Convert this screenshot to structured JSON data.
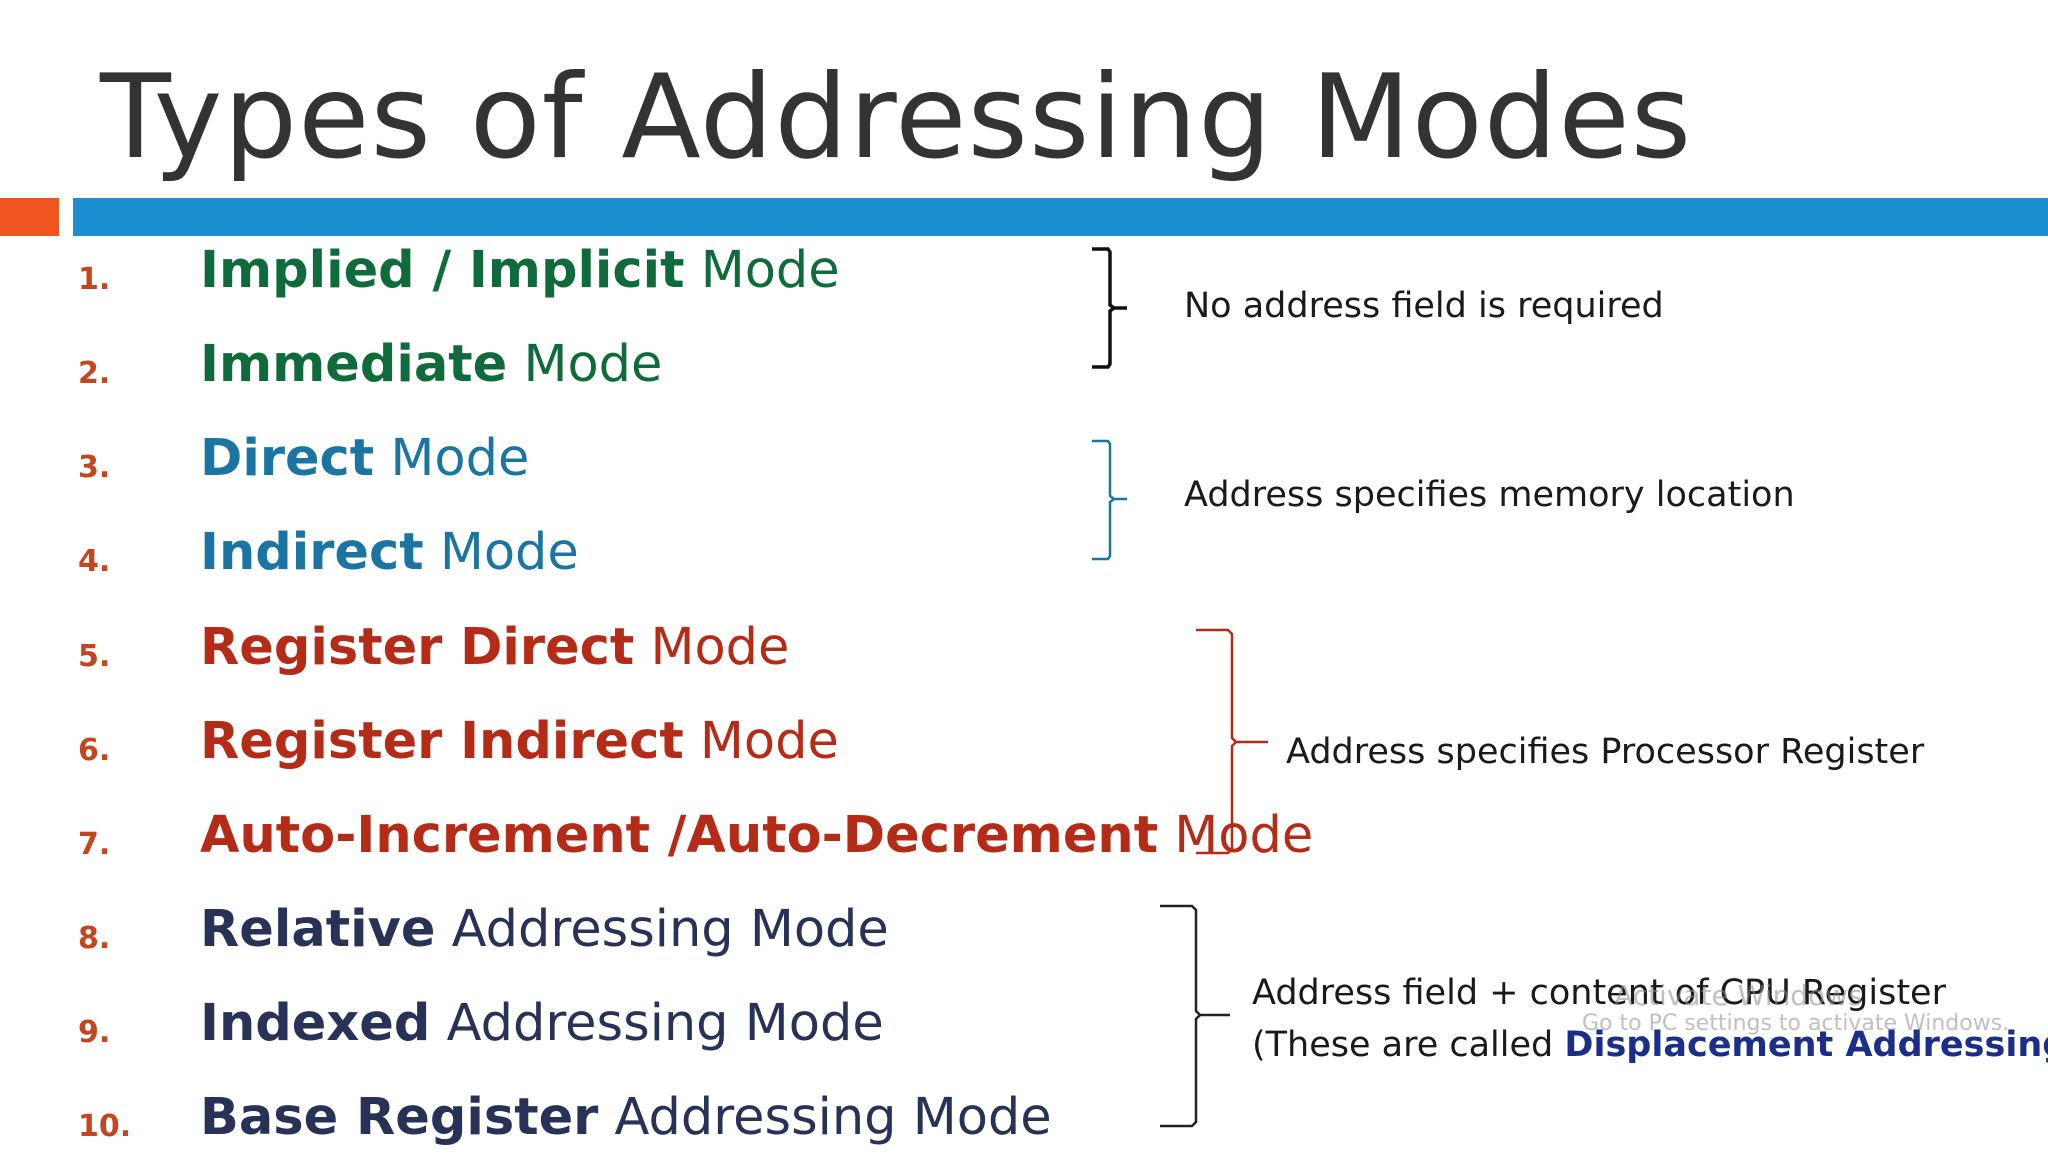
{
  "slide": {
    "title": "Types of Addressing Modes"
  },
  "items": [
    {
      "num": "1.",
      "bold": "Implied / Implicit",
      "rest": " Mode",
      "color": "#0f6b3c"
    },
    {
      "num": "2.",
      "bold": "Immediate",
      "rest": " Mode",
      "color": "#0f6b3c"
    },
    {
      "num": "3.",
      "bold": "Direct",
      "rest": " Mode",
      "color": "#1b75a3"
    },
    {
      "num": "4.",
      "bold": "Indirect",
      "rest": " Mode",
      "color": "#1b75a3"
    },
    {
      "num": "5.",
      "bold": "Register Direct",
      "rest": " Mode",
      "color": "#b42b18"
    },
    {
      "num": "6.",
      "bold": "Register Indirect",
      "rest": " Mode",
      "color": "#b42b18"
    },
    {
      "num": "7.",
      "bold": "Auto-Increment  /Auto-Decrement",
      "rest": " Mode",
      "color": "#b42b18"
    },
    {
      "num": "8.",
      "bold": "Relative",
      "rest": " Addressing Mode",
      "color": "#283256"
    },
    {
      "num": "9.",
      "bold": "Indexed",
      "rest": " Addressing Mode",
      "color": "#283256"
    },
    {
      "num": "10.",
      "bold": "Base Register",
      "rest": " Addressing Mode",
      "color": "#283256"
    }
  ],
  "notes": {
    "group1": "No address field is required",
    "group2": "Address specifies memory location",
    "group3": "Address specifies Processor Register",
    "group4_line1": "Address field + content of CPU Register",
    "group4_line2_prefix": "(These are called ",
    "group4_line2_bold": "Displacement Addressing",
    "group4_line2_suffix": ")"
  },
  "watermark": {
    "line1": "Activate Windows",
    "line2": "Go to PC settings to activate Windows."
  },
  "colors": {
    "accent_orange": "#f1551f",
    "accent_blue": "#1b8fd0",
    "group_green": "#0f6b3c",
    "group_blue": "#1b75a3",
    "group_red": "#b42b18",
    "group_navy": "#283256"
  }
}
